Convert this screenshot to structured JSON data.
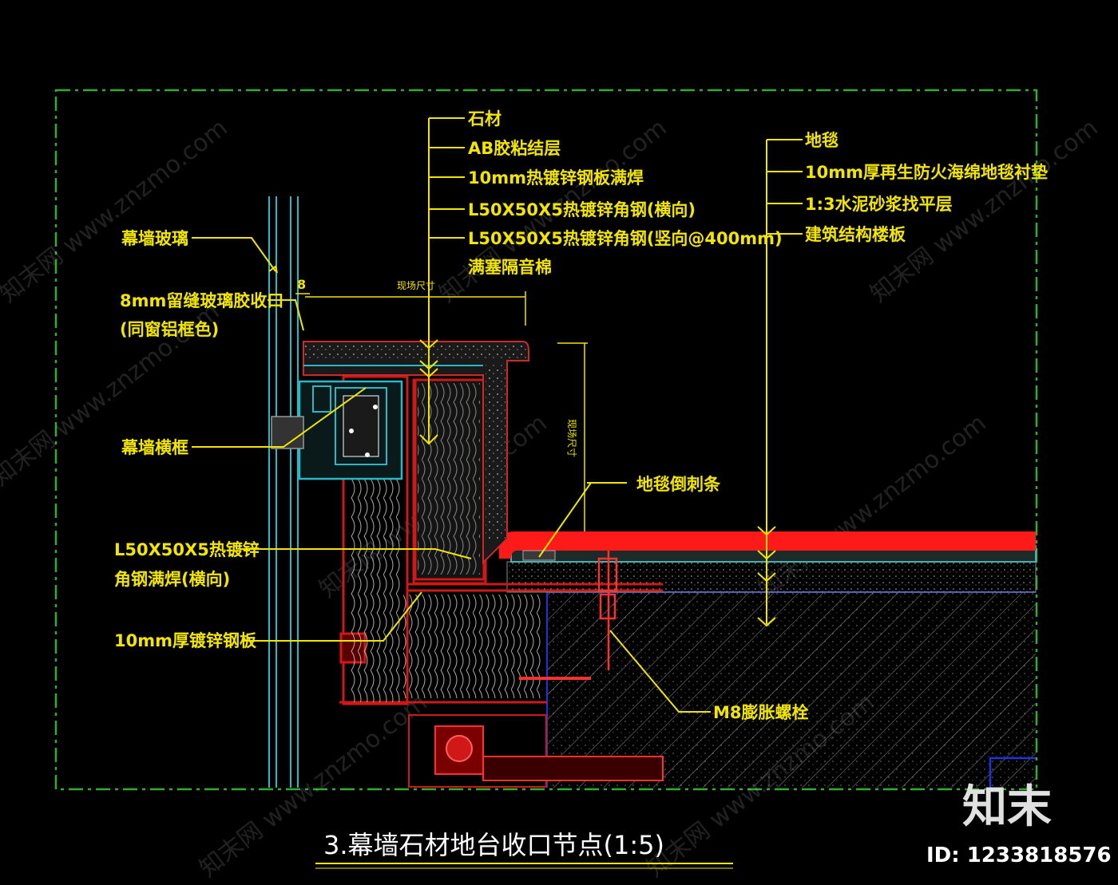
{
  "title": "3.幕墙石材地台收口节点(1:5)",
  "labels": {
    "curtain_glass": "幕墙玻璃",
    "glass_seal_1": "8mm留缝玻璃胶收口",
    "glass_seal_2": "(同窗铝框色)",
    "curtain_transom": "幕墙横框",
    "angle_weld_1": "L50X50X5热镀锌",
    "angle_weld_2": "角钢满焊(横向)",
    "steel_plate": "10mm厚镀锌钢板",
    "stone": "石材",
    "ab_glue": "AB胶粘结层",
    "hot_plate": "10mm热镀锌钢板满焊",
    "angle_h": "L50X50X5热镀锌角钢(横向)",
    "angle_v": "L50X50X5热镀锌角钢(竖向@400mm)",
    "sound_cotton": "满塞隔音棉",
    "carpet": "地毯",
    "carpet_pad": "10mm厚再生防火海绵地毯衬垫",
    "mortar": "1:3水泥砂浆找平层",
    "slab": "建筑结构楼板",
    "carpet_strip": "地毯倒刺条",
    "bolt": "M8膨胀螺栓"
  },
  "dims": {
    "gap": "8",
    "site_size_h": "现场尺寸",
    "site_size_v": "现场尺寸"
  },
  "brand": {
    "logo": "知末",
    "id": "ID: 1233818576",
    "watermark": "知末网 www.znzmo.com"
  },
  "colors": {
    "frame": "#2fae2f",
    "annotation": "#f2e600",
    "carpet": "#ff1a1a",
    "structure": "#d01818",
    "glass": "#2ab8c8",
    "slab_edge": "#2233dd"
  }
}
